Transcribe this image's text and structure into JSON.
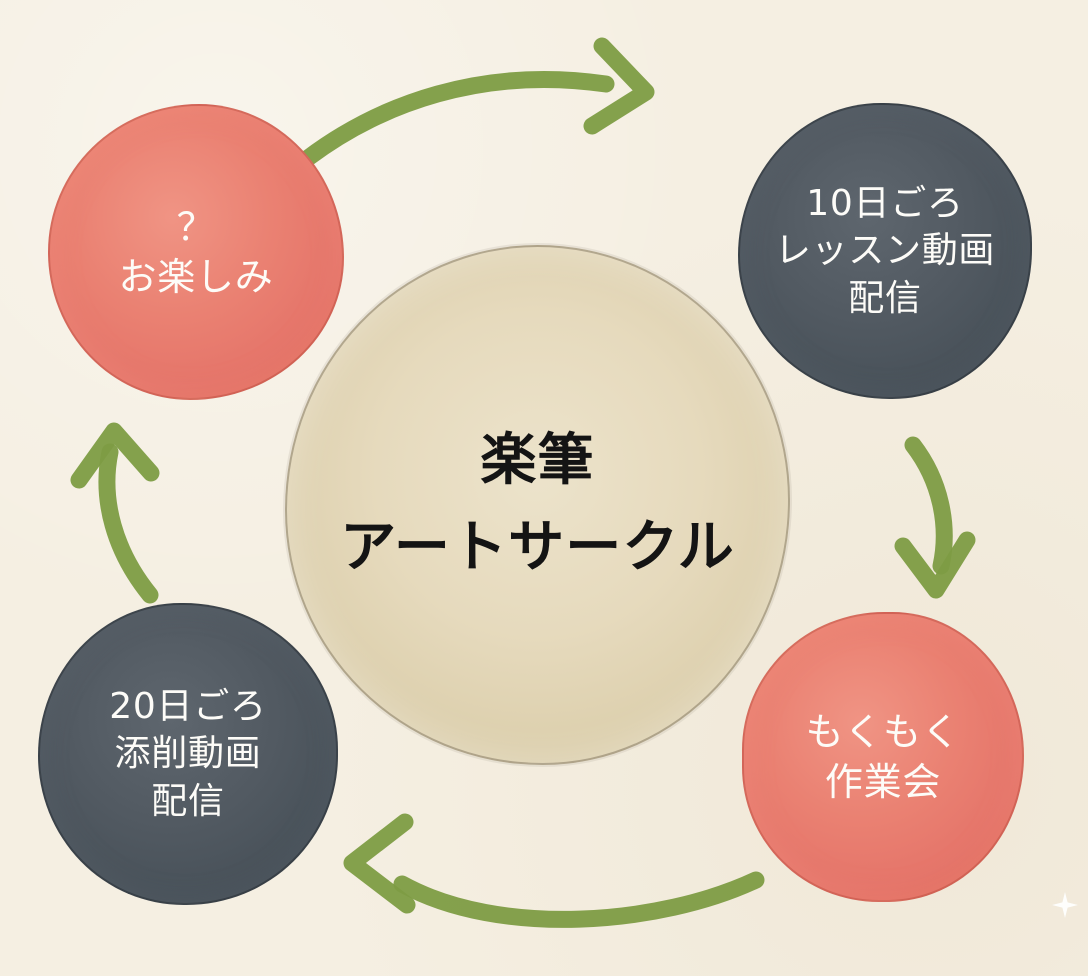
{
  "diagram": {
    "title": {
      "line1": "楽筆",
      "line2": "アートサークル"
    },
    "nodes": [
      {
        "id": "otanoshimi",
        "lines": [
          "？",
          "お楽しみ"
        ]
      },
      {
        "id": "lesson-video",
        "lines": [
          "10日ごろ",
          "レッスン動画",
          "配信"
        ]
      },
      {
        "id": "mokumoku",
        "lines": [
          "もくもく",
          "作業会"
        ]
      },
      {
        "id": "correction-video",
        "lines": [
          "20日ごろ",
          "添削動画",
          "配信"
        ]
      }
    ],
    "colors": {
      "bg": "#f5efe2",
      "green": "#7d9c43",
      "pink": "#e5756a",
      "dark": "#49525a",
      "center-fill": "#ddd0ae",
      "text-light": "#fdfcf8",
      "text-dark": "#141414"
    }
  }
}
